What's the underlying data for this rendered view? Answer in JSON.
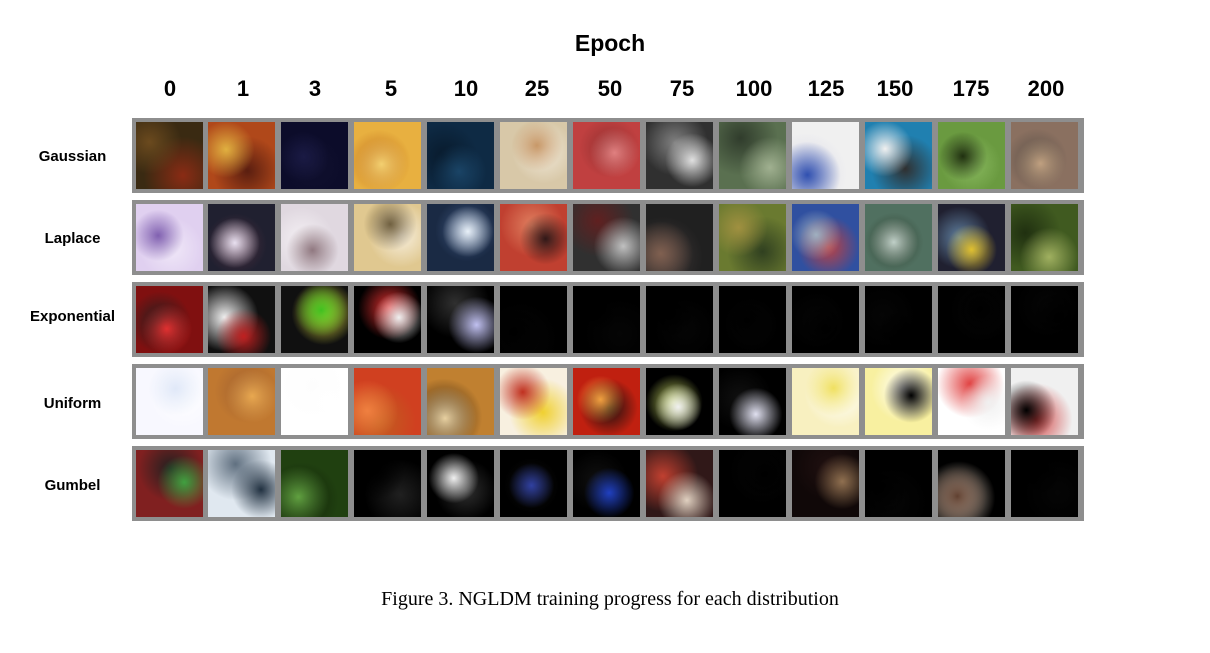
{
  "figure": {
    "axis_title": "Epoch",
    "epochs": [
      "0",
      "1",
      "3",
      "5",
      "10",
      "25",
      "50",
      "75",
      "100",
      "125",
      "150",
      "175",
      "200"
    ],
    "caption": "Figure 3. NGLDM training progress for each distribution"
  },
  "rows": [
    {
      "label": "Gaussian",
      "tiles": [
        [
          "#3a2a12",
          "#6b4a1e",
          "#8a2b14"
        ],
        [
          "#b0481a",
          "#e0b040",
          "#5a1e10"
        ],
        [
          "#0c0c2a",
          "#1a1a44",
          "#10102e"
        ],
        [
          "#e8b040",
          "#f3d070",
          "#c07020"
        ],
        [
          "#0e2a44",
          "#1a4466",
          "#081a2c"
        ],
        [
          "#d8c8a8",
          "#c89868",
          "#f0e8d8"
        ],
        [
          "#c04040",
          "#e08080",
          "#903030"
        ],
        [
          "#303030",
          "#e0e0e0",
          "#808080"
        ],
        [
          "#5a7050",
          "#a0b090",
          "#303c2c"
        ],
        [
          "#f0f0f0",
          "#3050b0",
          "#d8d8e8"
        ],
        [
          "#2080b0",
          "#f0f0f0",
          "#303030"
        ],
        [
          "#6a9a40",
          "#203010",
          "#8aba60"
        ],
        [
          "#8a7060",
          "#c0a080",
          "#5a5048"
        ]
      ]
    },
    {
      "label": "Laplace",
      "tiles": [
        [
          "#e0d0f0",
          "#8060b0",
          "#f0e8f8"
        ],
        [
          "#202030",
          "#e8e0f0",
          "#503040"
        ],
        [
          "#e0d8e0",
          "#907880",
          "#f4f0f4"
        ],
        [
          "#e0c890",
          "#706040",
          "#f8f0e0"
        ],
        [
          "#1a2a44",
          "#e8f0f8",
          "#405880"
        ],
        [
          "#c04030",
          "#301818",
          "#e08060"
        ],
        [
          "#303030",
          "#c0c0c0",
          "#602020"
        ],
        [
          "#202020",
          "#806050",
          "#403838"
        ],
        [
          "#6a7a30",
          "#a09040",
          "#304020"
        ],
        [
          "#3050a0",
          "#a0b0c0",
          "#c04040"
        ],
        [
          "#507060",
          "#c0d0c8",
          "#304030"
        ],
        [
          "#202030",
          "#e0c030",
          "#6080a0"
        ],
        [
          "#405a20",
          "#a0b060",
          "#203010"
        ]
      ]
    },
    {
      "label": "Exponential",
      "tiles": [
        [
          "#801010",
          "#e03030",
          "#202020"
        ],
        [
          "#101010",
          "#c02020",
          "#f0f0f0"
        ],
        [
          "#101010",
          "#40c020",
          "#e0e040"
        ],
        [
          "#000000",
          "#f0f0f0",
          "#e03030"
        ],
        [
          "#000000",
          "#c0c0f0",
          "#303030"
        ],
        [
          "#000000",
          "#000000",
          "#050505"
        ],
        [
          "#000000",
          "#000000",
          "#050505"
        ],
        [
          "#000000",
          "#000000",
          "#050505"
        ],
        [
          "#000000",
          "#000000",
          "#050505"
        ],
        [
          "#000000",
          "#000000",
          "#050505"
        ],
        [
          "#000000",
          "#000000",
          "#050505"
        ],
        [
          "#000000",
          "#000000",
          "#050505"
        ],
        [
          "#000000",
          "#000000",
          "#050505"
        ]
      ]
    },
    {
      "label": "Uniform",
      "tiles": [
        [
          "#f8f8ff",
          "#e0e8f8",
          "#ffffff"
        ],
        [
          "#c07830",
          "#e8a850",
          "#a06030"
        ],
        [
          "#ffffff",
          "#ffffff",
          "#fdfdfd"
        ],
        [
          "#d04020",
          "#f08040",
          "#c06020"
        ],
        [
          "#c08030",
          "#e8d0a0",
          "#302010"
        ],
        [
          "#f8f0e0",
          "#c03020",
          "#f0d030"
        ],
        [
          "#c02010",
          "#f0a040",
          "#101010"
        ],
        [
          "#000000",
          "#f0f0f0",
          "#c0d060"
        ],
        [
          "#000000",
          "#e0e0f0",
          "#101010"
        ],
        [
          "#f8f0c0",
          "#f0e060",
          "#ffffff"
        ],
        [
          "#f8f0a0",
          "#000000",
          "#ffffff"
        ],
        [
          "#ffffff",
          "#f0f0f0",
          "#e04040"
        ],
        [
          "#f0f0f0",
          "#000000",
          "#d04040"
        ]
      ]
    },
    {
      "label": "Gumbel",
      "tiles": [
        [
          "#802020",
          "#40a040",
          "#202020"
        ],
        [
          "#e0e8f0",
          "#203040",
          "#607080"
        ],
        [
          "#204010",
          "#60a040",
          "#102008"
        ],
        [
          "#000000",
          "#000000",
          "#202020"
        ],
        [
          "#000000",
          "#f0f0f0",
          "#303030"
        ],
        [
          "#000000",
          "#3040a0",
          "#101010"
        ],
        [
          "#000000",
          "#2040c0",
          "#101010"
        ],
        [
          "#301818",
          "#e0d0c0",
          "#c04030"
        ],
        [
          "#000000",
          "#000000",
          "#050505"
        ],
        [
          "#100808",
          "#907050",
          "#201010"
        ],
        [
          "#000000",
          "#000000",
          "#050505"
        ],
        [
          "#000000",
          "#604030",
          "#e0d0c0"
        ],
        [
          "#000000",
          "#000000",
          "#050505"
        ]
      ]
    }
  ]
}
